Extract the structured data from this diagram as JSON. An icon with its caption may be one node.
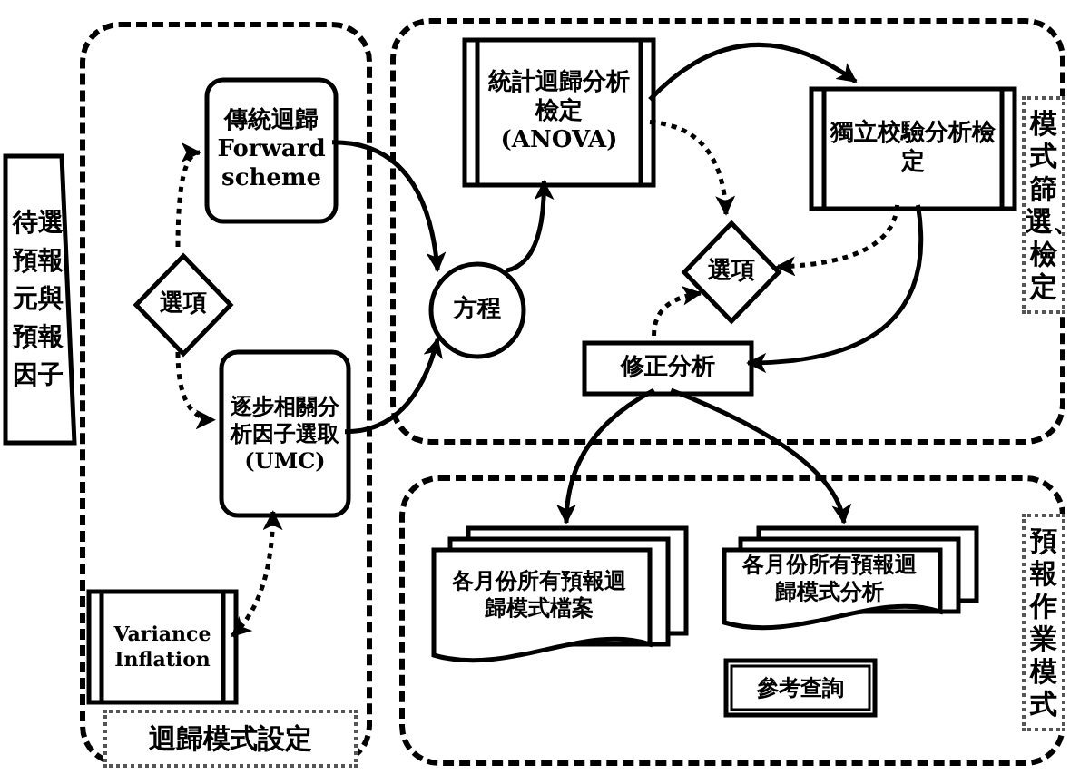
{
  "diagram": {
    "nodes": [
      {
        "text": [
          "迴歸模式設定"
        ]
      },
      {
        "text": [
          "模式篩選、檢定"
        ]
      },
      {
        "text": [
          "預報作業模式"
        ]
      },
      {
        "text": [
          "待選預報元與預報因子"
        ]
      },
      {
        "text": [
          "選項"
        ],
        "in": 0
      },
      {
        "text": [
          "傳統迴歸 Forward scheme"
        ],
        "in": 0
      },
      {
        "text": [
          "逐步相關分析因子選取 (UMC)"
        ],
        "in": 0
      },
      {
        "text": [
          "Variance Inflation"
        ],
        "in": 0
      },
      {
        "text": [
          "方程"
        ],
        "in": 1
      },
      {
        "text": [
          "統計迴歸分析檢定 (ANOVA)"
        ],
        "in": 1
      },
      {
        "text": [
          "獨立校驗分析檢定"
        ],
        "in": 1
      },
      {
        "text": [
          "選項"
        ],
        "in": 1
      },
      {
        "text": [
          "修正分析"
        ],
        "in": 1
      },
      {
        "text": [
          "各月份所有預報迴歸模式檔案"
        ],
        "in": 2
      },
      {
        "text": [
          "各月份所有預報迴歸模式分析"
        ],
        "in": 2
      },
      {
        "text": [
          "參考查詢"
        ],
        "in": 2
      }
    ],
    "edges": [
      {
        "from": 4,
        "to": 5,
        "arrow": "to",
        "style": "dashed"
      },
      {
        "from": 4,
        "to": 6,
        "arrow": "to",
        "style": "dashed"
      },
      {
        "from": 5,
        "to": 8,
        "arrow": "to"
      },
      {
        "from": 6,
        "to": 8,
        "arrow": "to"
      },
      {
        "from": 8,
        "to": 9,
        "arrow": "to"
      },
      {
        "from": 9,
        "to": 10,
        "arrow": "to"
      },
      {
        "from": 9,
        "to": 11,
        "arrow": "to",
        "style": "dashed"
      },
      {
        "from": 10,
        "to": 11,
        "arrow": "to",
        "style": "dashed"
      },
      {
        "from": 10,
        "to": 12,
        "arrow": "to"
      },
      {
        "from": 12,
        "to": 11,
        "arrow": "to",
        "style": "dashed"
      },
      {
        "from": 12,
        "to": 13,
        "arrow": "to"
      },
      {
        "from": 12,
        "to": 14,
        "arrow": "to"
      },
      {
        "from": 7,
        "to": 6,
        "arrow": "both",
        "style": "dashed"
      }
    ]
  }
}
